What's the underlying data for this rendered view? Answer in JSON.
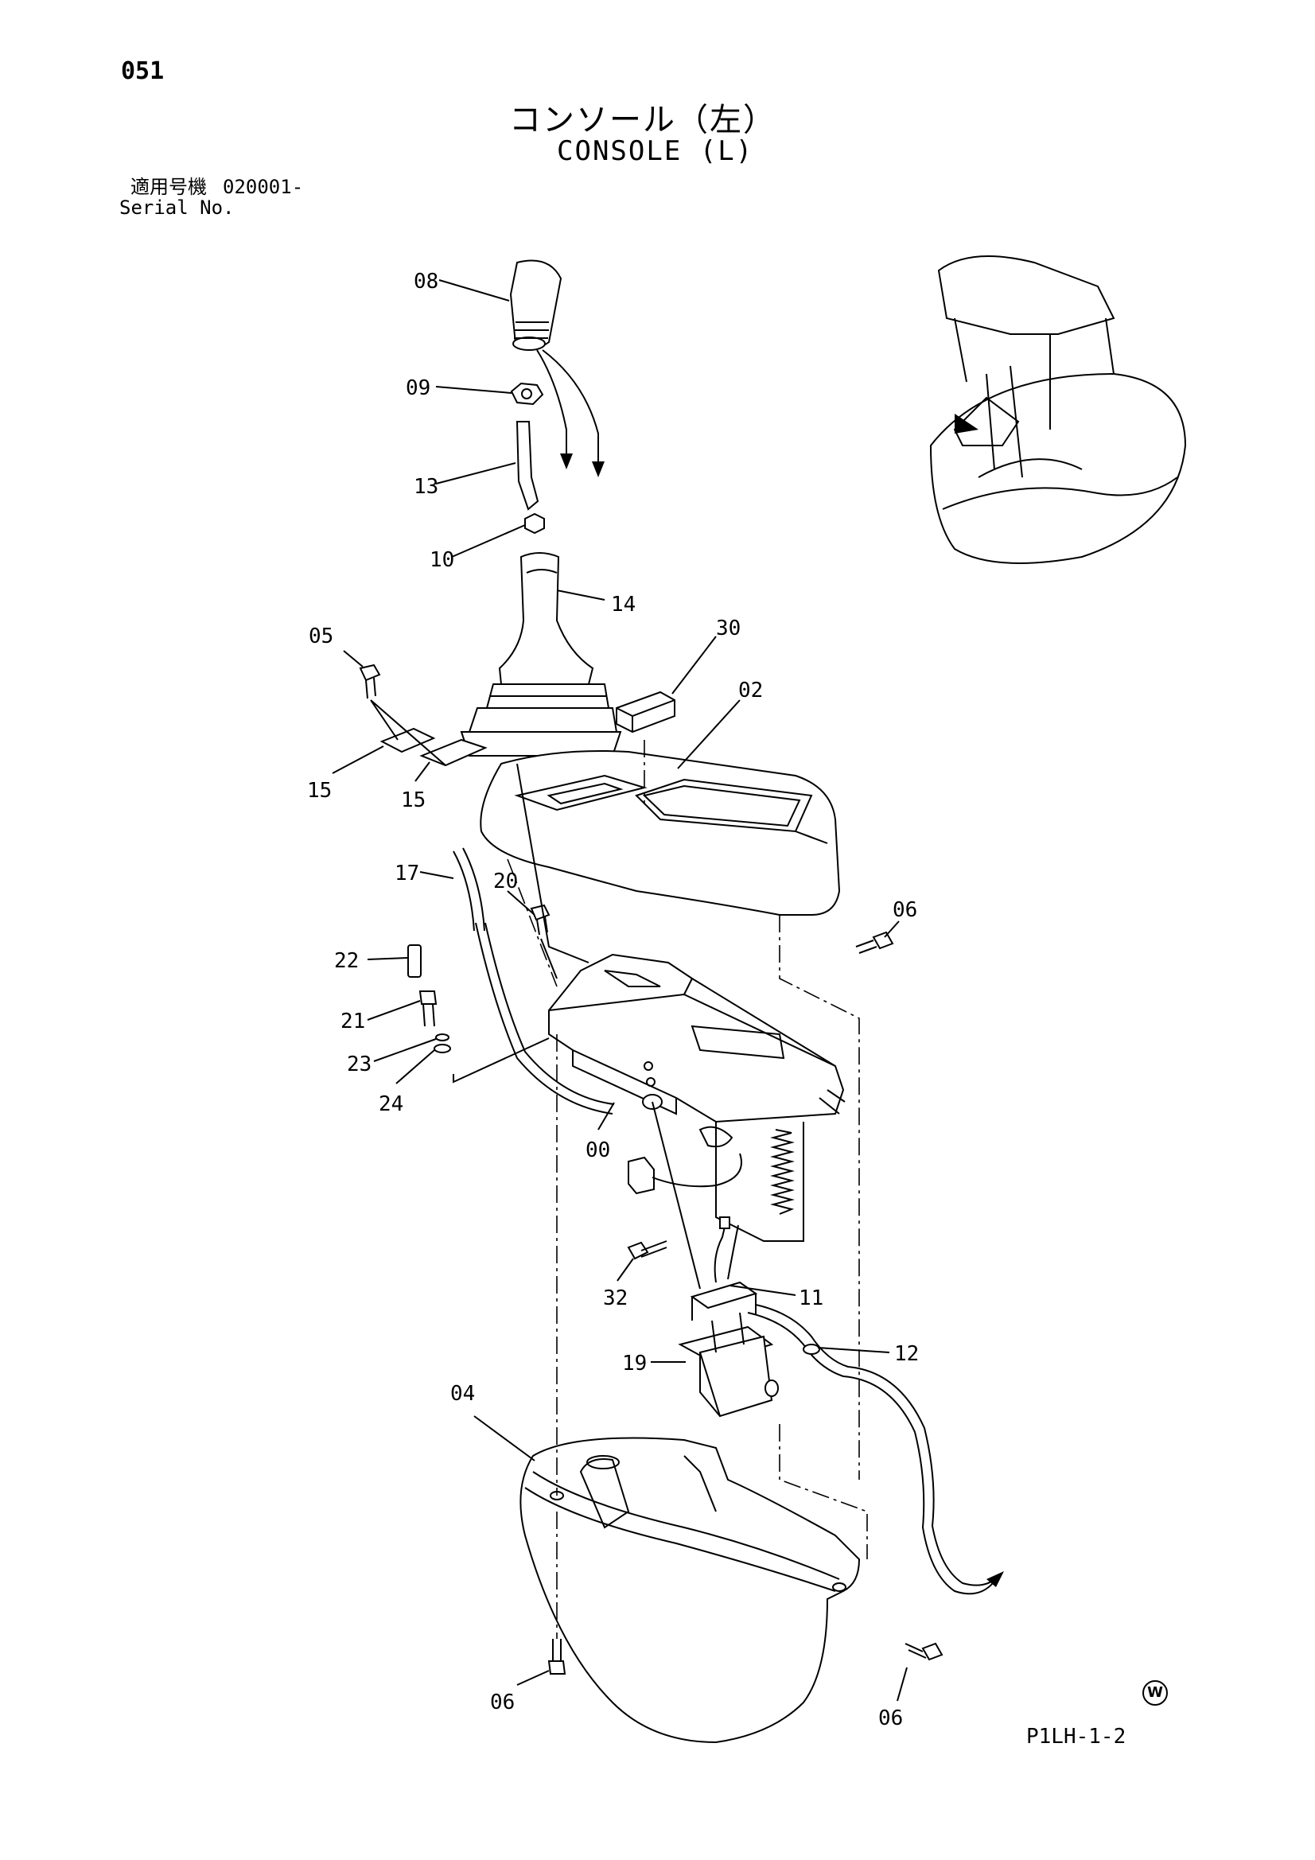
{
  "header": {
    "page_number": "051",
    "title_jp": "コンソール（左）",
    "title_en": "CONSOLE (L)",
    "serial_label_jp": "適用号機",
    "serial_value": "020001-",
    "serial_label_en": "Serial No."
  },
  "callouts": [
    "08",
    "09",
    "13",
    "10",
    "14",
    "05",
    "30",
    "02",
    "15",
    "15",
    "17",
    "20",
    "06",
    "22",
    "21",
    "23",
    "24",
    "00",
    "32",
    "11",
    "19",
    "12",
    "04",
    "06",
    "06"
  ],
  "footer": {
    "drawing_code": "P1LH-1-2",
    "mark": "W"
  }
}
